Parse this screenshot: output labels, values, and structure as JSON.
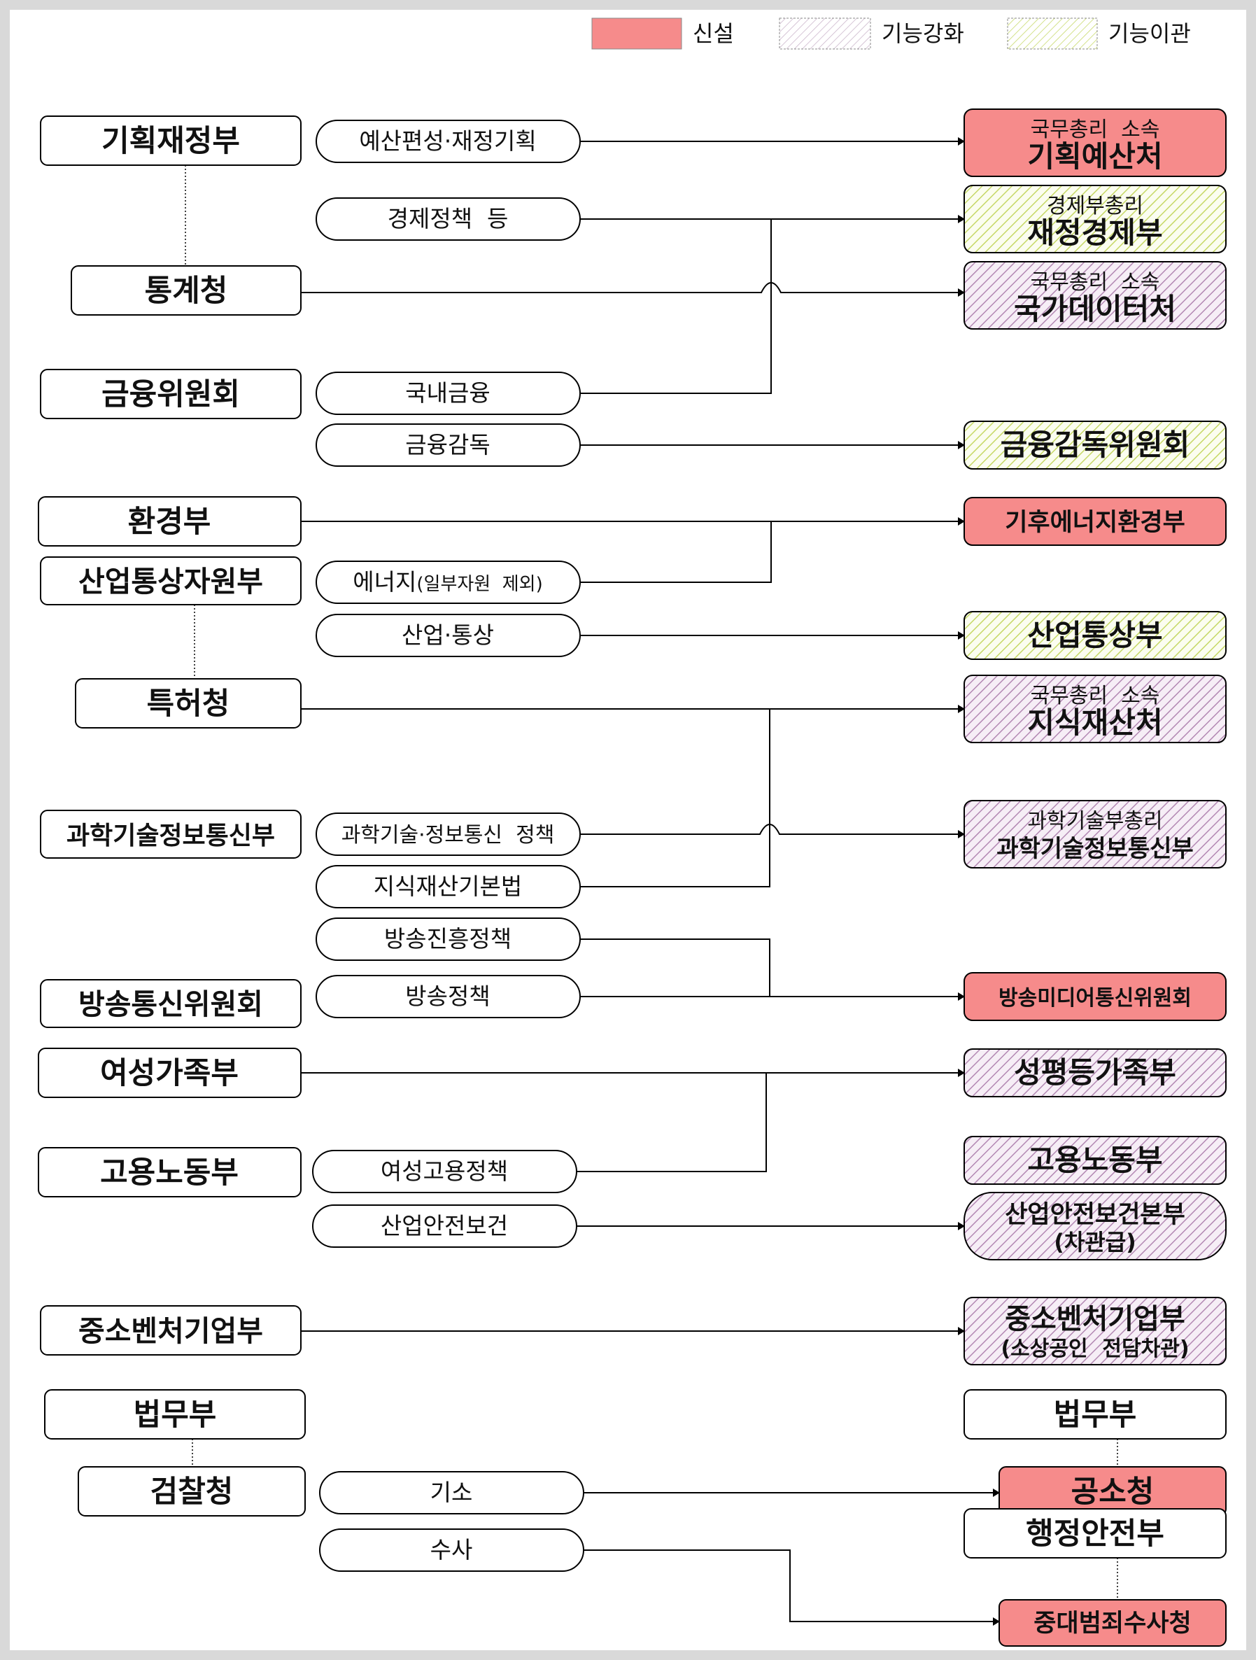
{
  "legend": [
    {
      "label": "신설",
      "style": "new",
      "color": "#f68b8b"
    },
    {
      "label": "기능강화",
      "style": "strengthened",
      "color": "#b388b3"
    },
    {
      "label": "기능이관",
      "style": "transferred",
      "color": "#c6d866"
    }
  ],
  "colors": {
    "new": "#f68b8b",
    "strengthened": "#b388b3",
    "transferred": "#c6d866",
    "line": "#000000",
    "frame": "#d9d9d9"
  },
  "current_orgs": {
    "moef": "기획재정부",
    "statistics": "통계청",
    "fsc": "금융위원회",
    "environment": "환경부",
    "motie": "산업통상자원부",
    "kipo": "특허청",
    "msit": "과학기술정보통신부",
    "kcc": "방송통신위원회",
    "mogef": "여성가족부",
    "moel": "고용노동부",
    "mss": "중소벤처기업부",
    "moj": "법무부",
    "prosecution": "검찰청"
  },
  "functions": {
    "budget": "예산편성·재정기획",
    "econ_policy": "경제정책  등",
    "domestic_finance": "국내금융",
    "fin_supervision": "금융감독",
    "energy": "에너지",
    "energy_note": "(일부자원  제외)",
    "industry_trade": "산업·통상",
    "sci_ict_policy": "과학기술·정보통신  정책",
    "ip_basic_law": "지식재산기본법",
    "broadcast_promo": "방송진흥정책",
    "broadcast_policy": "방송정책",
    "women_employment": "여성고용정책",
    "industrial_safety": "산업안전보건",
    "indictment": "기소",
    "investigation": "수사"
  },
  "new_orgs": {
    "planning_budget_sub": "국무총리  소속",
    "planning_budget": "기획예산처",
    "fin_econ_sub": "경제부총리",
    "fin_econ": "재정경제부",
    "national_data_sub": "국무총리  소속",
    "national_data": "국가데이터처",
    "fss_committee": "금융감독위원회",
    "climate_energy_env": "기후에너지환경부",
    "industry_trade_ministry": "산업통상부",
    "ip_office_sub": "국무총리  소속",
    "ip_office": "지식재산처",
    "msit_sub": "과학기술부총리",
    "msit": "과학기술정보통신부",
    "broadcast_media": "방송미디어통신위원회",
    "gender_equality": "성평등가족부",
    "moel": "고용노동부",
    "safety_hq": "산업안전보건본부",
    "safety_hq_sub": "(차관급)",
    "mss": "중소벤처기업부",
    "mss_sub": "(소상공인  전담차관)",
    "moj": "법무부",
    "prosecution_office": "공소청",
    "mois": "행정안전부",
    "serious_crimes": "중대범죄수사청"
  }
}
